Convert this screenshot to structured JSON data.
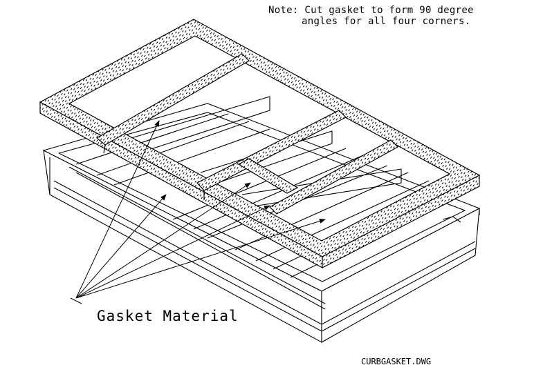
{
  "note": {
    "line1": "Note: Cut gasket to form 90 degree",
    "line2": "angles for all four corners."
  },
  "callout_label": "Gasket Material",
  "filename": "CURBGASKET.DWG",
  "colors": {
    "ink": "#000000",
    "paper": "#ffffff"
  }
}
